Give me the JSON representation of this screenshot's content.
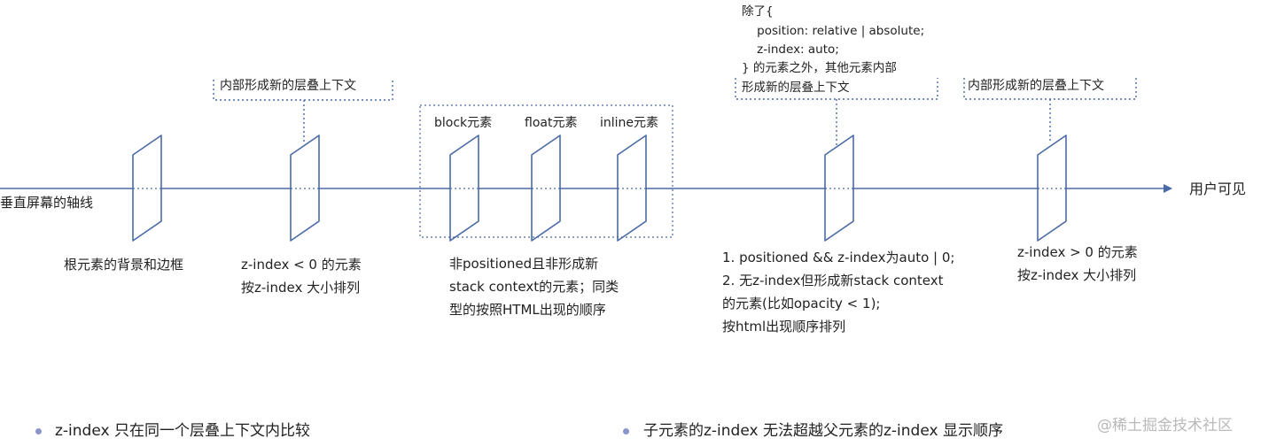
{
  "axis": {
    "left_label": "垂直屏幕的轴线",
    "right_label": "用户可见"
  },
  "layers": [
    {
      "id": "root",
      "caption": [
        "根元素的背景和边框"
      ]
    },
    {
      "id": "neg",
      "caption": [
        "z-index < 0 的元素",
        "按z-index 大小排列"
      ],
      "context_note": "内部形成新的层叠上下文"
    },
    {
      "id": "block",
      "top_label": "block元素"
    },
    {
      "id": "float",
      "top_label": "float元素"
    },
    {
      "id": "inline",
      "top_label": "inline元素"
    },
    {
      "id": "zero",
      "caption": [
        "1. positioned && z-index为auto | 0;",
        "2. 无z-index但形成新stack context",
        "的元素(比如opacity < 1);",
        "按html出现顺序排列"
      ],
      "note_lines": [
        "除了{",
        "    position: relative | absolute;",
        "    z-index: auto;",
        "} 的元素之外，其他元素内部"
      ],
      "context_note": "形成新的层叠上下文"
    },
    {
      "id": "pos",
      "caption": [
        "z-index > 0 的元素",
        "按z-index 大小排列"
      ],
      "context_note": "内部形成新的层叠上下文"
    }
  ],
  "group_caption": [
    "非positioned且非形成新",
    "stack context的元素；同类",
    "型的按照HTML出现的顺序"
  ],
  "bullets": [
    "z-index  只在同一个层叠上下文内比较",
    "子元素的z-index 无法超越父元素的z-index 显示顺序"
  ],
  "watermark": "@稀土掘金技术社区",
  "colors": {
    "line": "#4a6aa5",
    "text": "#222222",
    "bullet": "#8b95c9"
  }
}
